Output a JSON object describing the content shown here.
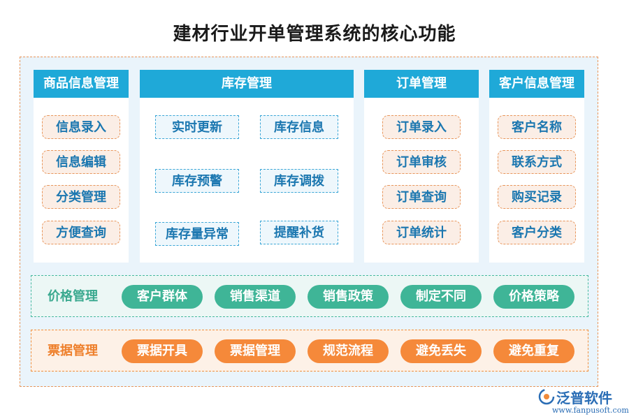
{
  "title": "建材行业开单管理系统的核心功能",
  "panels": {
    "goods": {
      "header": "商品信息管理",
      "items": [
        "信息录入",
        "信息编辑",
        "分类管理",
        "方便查询"
      ]
    },
    "inventory": {
      "header": "库存管理",
      "items": [
        "实时更新",
        "库存信息",
        "库存预警",
        "库存调拨",
        "库存量异常",
        "提醒补货"
      ]
    },
    "orders": {
      "header": "订单管理",
      "items": [
        "订单录入",
        "订单审核",
        "订单查询",
        "订单统计"
      ]
    },
    "customers": {
      "header": "客户信息管理",
      "items": [
        "客户名称",
        "联系方式",
        "购买记录",
        "客户分类"
      ]
    }
  },
  "pricing": {
    "label": "价格管理",
    "items": [
      "客户群体",
      "销售渠道",
      "销售政策",
      "制定不同",
      "价格策略"
    ]
  },
  "billing": {
    "label": "票据管理",
    "items": [
      "票据开具",
      "票据管理",
      "规范流程",
      "避免丢失",
      "避免重复"
    ]
  },
  "logo": {
    "name": "泛普软件",
    "url": "www.fanpusoft.com"
  },
  "colors": {
    "header_blue": "#1fa9d8",
    "pill_text_blue": "#1b77b0",
    "orange_dash": "#e8955a",
    "green_chip": "#3fb597",
    "orange_chip": "#f5893a"
  }
}
